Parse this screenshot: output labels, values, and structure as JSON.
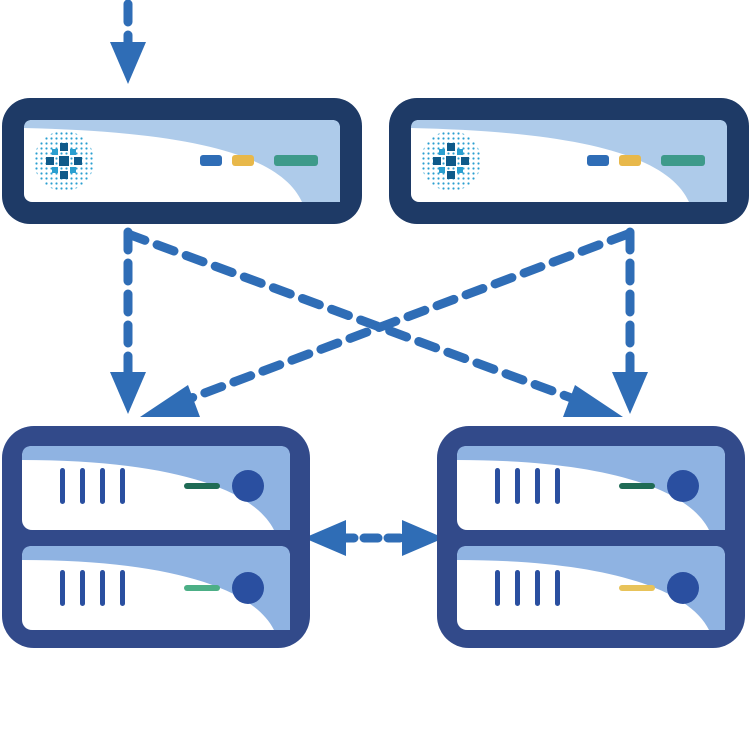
{
  "colors": {
    "arrow": "#2f6db6",
    "controller_frame": "#1e3a66",
    "server_frame": "#324a8a",
    "panel_fill": "#ffffff",
    "controller_swoosh": "#aecbea",
    "server_swoosh": "#8fb3e2",
    "led_blue": "#2f6db6",
    "led_yellow": "#e8b84a",
    "led_teal": "#3e9a8a",
    "server_button": "#2a4fa0",
    "vent": "#2a4fa0",
    "status_dark_green": "#1f6b55",
    "status_green": "#4caf86",
    "status_yellow": "#e8c35a",
    "logo_dark": "#0f5a8a",
    "logo_light": "#2a9fd0"
  },
  "diagram": {
    "controllers": [
      {
        "name": "controller-left",
        "icon": "globe-logo-icon",
        "leds": [
          "led_blue",
          "led_yellow",
          "led_teal"
        ]
      },
      {
        "name": "controller-right",
        "icon": "globe-logo-icon",
        "leds": [
          "led_blue",
          "led_yellow",
          "led_teal"
        ]
      }
    ],
    "servers": [
      {
        "name": "server-stack-left",
        "units": [
          {
            "status": "status_dark_green"
          },
          {
            "status": "status_green"
          }
        ]
      },
      {
        "name": "server-stack-right",
        "units": [
          {
            "status": "status_dark_green"
          },
          {
            "status": "status_yellow"
          }
        ]
      }
    ],
    "connections": [
      {
        "name": "arrow-incoming-to-left-controller",
        "kind": "incoming"
      },
      {
        "name": "arrow-left-controller-to-left-servers",
        "kind": "link"
      },
      {
        "name": "arrow-left-controller-to-right-servers",
        "kind": "link"
      },
      {
        "name": "arrow-right-controller-to-left-servers",
        "kind": "link"
      },
      {
        "name": "arrow-right-controller-to-right-servers",
        "kind": "link"
      },
      {
        "name": "arrow-bidirectional-servers",
        "kind": "bidirectional"
      }
    ]
  }
}
